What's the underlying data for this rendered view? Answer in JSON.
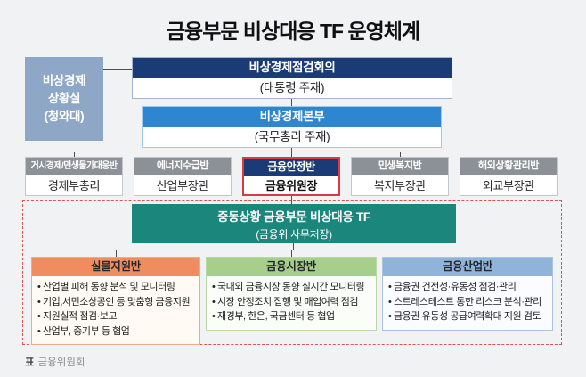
{
  "title": "금융부문 비상대응 TF 운영체계",
  "situation_room": {
    "line1": "비상경제",
    "line2": "상황실",
    "line3": "(청와대)"
  },
  "meeting": {
    "header": "비상경제점검회의",
    "body": "(대통령 주재)"
  },
  "headquarters": {
    "header": "비상경제본부",
    "body": "(국무총리 주재)"
  },
  "divisions": [
    {
      "header": "거시경제/민생물가대응반",
      "body": "경제부총리"
    },
    {
      "header": "에너지수급반",
      "body": "산업부장관"
    },
    {
      "header": "금융안정반",
      "body": "금융위원장",
      "highlighted": true
    },
    {
      "header": "민생복지반",
      "body": "복지부장관"
    },
    {
      "header": "해외상황관리반",
      "body": "외교부장관"
    }
  ],
  "tf_box": {
    "title": "중동상황 금융부문 비상대응 TF",
    "subtitle": "(금융위 사무처장)"
  },
  "teams": [
    {
      "header": "실물지원반",
      "items": [
        "산업별 피해 동향 분석 및 모니터링",
        "기업,서민소상공인 등 맞춤형 금융지원",
        "지원실적 점검·보고",
        "산업부, 중기부 등 협업"
      ]
    },
    {
      "header": "금융시장반",
      "items": [
        "국내외 금융시장 동향 실시간 모니터링",
        "시장 안정조치 집행 및 매입여력 점검",
        "재경부, 한은, 국금센터 등 협업"
      ]
    },
    {
      "header": "금융산업반",
      "items": [
        "금융권 건전성·유동성 점검·관리",
        "스트레스테스트 통한 리스크 분석·관리",
        "금융권 유동성 공급여력확대 지원 검토"
      ]
    }
  ],
  "source": {
    "prefix": "표",
    "label": "금융위원회"
  },
  "colors": {
    "background": "#f1f2f4",
    "navy": "#1a3b76",
    "blue": "#2e86d1",
    "steel_blue": "#8ea7c6",
    "gray_header": "#8b9197",
    "teal": "#1b867c",
    "highlight_border": "#d93b45",
    "dashed_border": "#dd5353",
    "team_orange": "#ef8d61",
    "team_green": "#a6cf8b",
    "team_blue": "#90b3da"
  }
}
